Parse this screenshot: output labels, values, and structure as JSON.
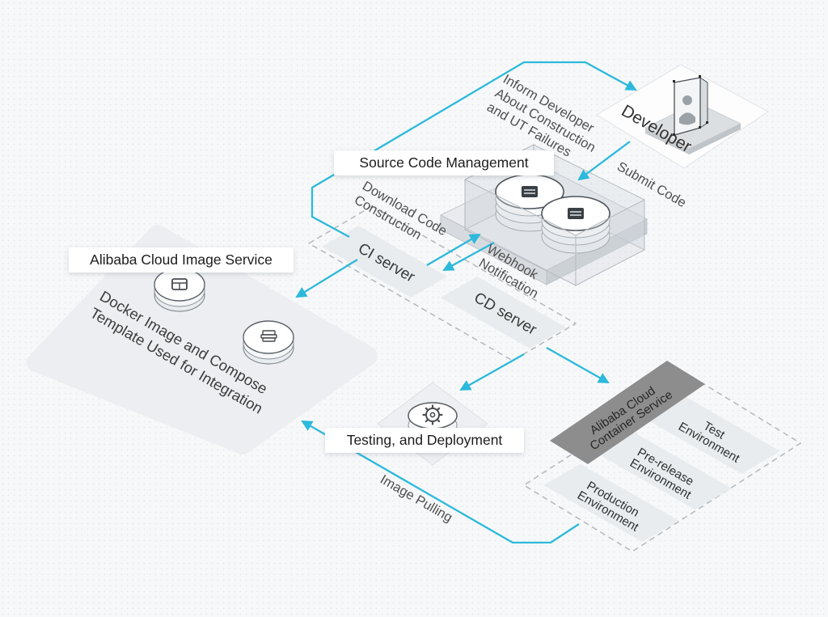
{
  "diagram": {
    "labels": {
      "image_service": "Alibaba Cloud Image Service",
      "scm": "Source Code Management",
      "testing": "Testing, and Deployment"
    },
    "nodes": {
      "developer": "Developer",
      "ci": "CI server",
      "cd": "CD server",
      "container": {
        "line1": "Alibaba Cloud",
        "line2": "Container Service"
      },
      "environments": [
        {
          "line1": "Test",
          "line2": "Environment"
        },
        {
          "line1": "Pre-release",
          "line2": "Environment"
        },
        {
          "line1": "Production",
          "line2": "Environment"
        }
      ],
      "image_caption": {
        "line1": "Docker Image and Compose",
        "line2": "Template Used for Integration"
      }
    },
    "edges": {
      "submit": "Submit Code",
      "inform": {
        "line1": "Inform Developer",
        "line2": "About Construction",
        "line3": "and UT Failures"
      },
      "download": {
        "line1": "Download Code",
        "line2": "Construction"
      },
      "webhook": {
        "line1": "Webhook",
        "line2": "Notification"
      },
      "pulling": "Image Pulling"
    },
    "icons": {
      "developer": "person-badge-icon",
      "scm_cylinders": "code-repository-disc-icon",
      "image_service_disc_1": "registry-window-icon",
      "image_service_disc_2": "layers-stack-icon",
      "testing": "gear-icon"
    },
    "colors": {
      "accent": "#2cb9dc",
      "banner": "#8d8d8d",
      "tile": "#e8ecef",
      "panel": "#eceef1",
      "dashed": "#b6bcc2"
    }
  }
}
